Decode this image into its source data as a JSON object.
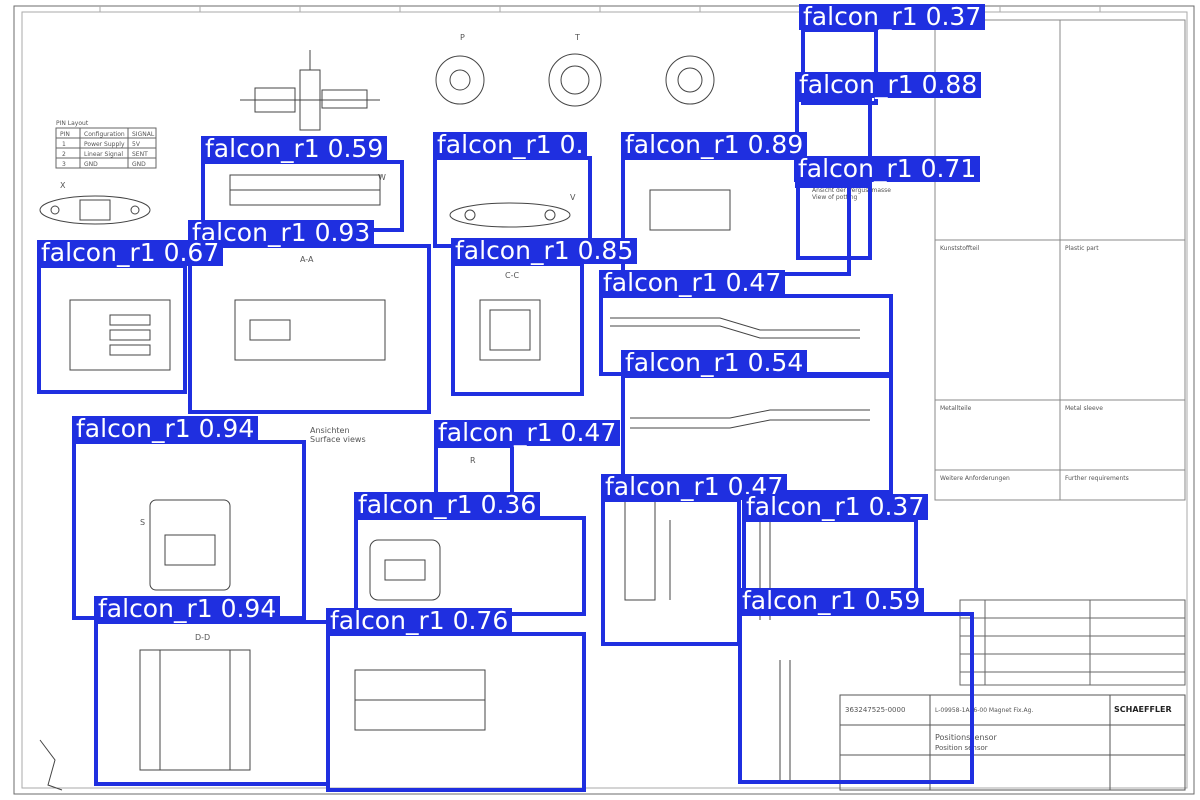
{
  "theme": {
    "box_color": "#1f2fe0",
    "label_text_color": "#ffffff",
    "paper": "#ffffff",
    "ink": "#555555"
  },
  "sheet": {
    "pin_layout": {
      "title": "PIN Layout",
      "headers": [
        "PIN",
        "Configuration",
        "SIGNAL"
      ],
      "rows": [
        [
          "1",
          "Power Supply",
          "5V"
        ],
        [
          "2",
          "Linear Signal",
          "SENT"
        ],
        [
          "3",
          "GND",
          "GND"
        ]
      ]
    },
    "view_labels": [
      "A-A",
      "C-C",
      "X",
      "V",
      "D-D",
      "W",
      "S",
      "R",
      "T",
      "P"
    ],
    "section_texts": [
      "Ansicht der Vergussmasse",
      "View of potting",
      "Ansichten",
      "Surface views"
    ],
    "title_block": {
      "company": "SCHAEFFLER",
      "title_de": "Positionssensor",
      "title_en": "Position sensor",
      "drawing_no": "363247525-0000",
      "part_line": "L-09958-1A46-00 Magnet Fix.Ag."
    },
    "notes_left": [
      "Kunststoffteil",
      "Metallteile",
      "Weitere Anforderungen"
    ],
    "notes_right": [
      "Plastic part",
      "Metal sleeve",
      "Further requirements"
    ]
  },
  "detections": [
    {
      "label": "falcon_r1 0.37"
    },
    {
      "label": "falcon_r1 0.88"
    },
    {
      "label": "falcon_r1 0.59"
    },
    {
      "label": "falcon_r1 0."
    },
    {
      "label": "falcon_r1 0.89"
    },
    {
      "label": "falcon_r1 0.71"
    },
    {
      "label": "falcon_r1 0.93"
    },
    {
      "label": "falcon_r1 0.67"
    },
    {
      "label": "falcon_r1 0.85"
    },
    {
      "label": "falcon_r1 0.47"
    },
    {
      "label": "falcon_r1 0.54"
    },
    {
      "label": "falcon_r1 0.94"
    },
    {
      "label": "falcon_r1 0.47"
    },
    {
      "label": "falcon_r1 0.47"
    },
    {
      "label": "falcon_r1 0.36"
    },
    {
      "label": "falcon_r1 0.37"
    },
    {
      "label": "falcon_r1 0.59"
    },
    {
      "label": "falcon_r1 0.94"
    },
    {
      "label": "falcon_r1 0.76"
    }
  ]
}
